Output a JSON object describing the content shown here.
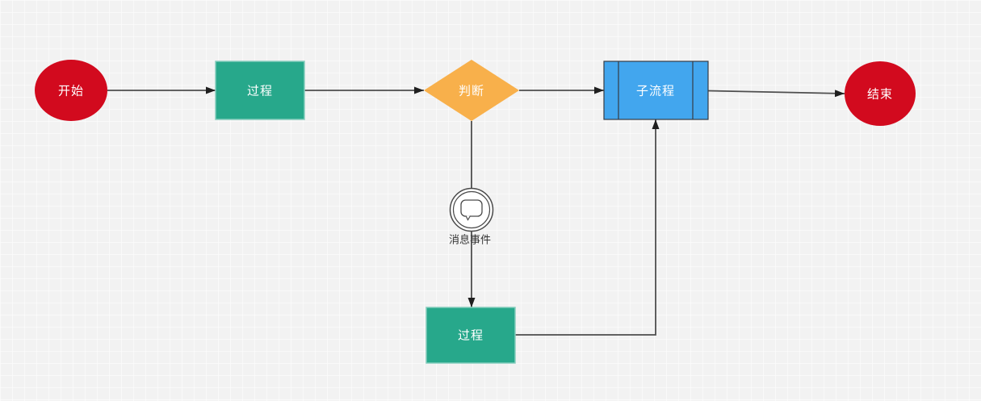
{
  "canvas": {
    "background": "#f2f2f2"
  },
  "colors": {
    "red": "#d20a1e",
    "teal": "#27a88b",
    "teal_border": "#84cdbd",
    "orange": "#f8b04b",
    "blue": "#42a6ee",
    "dark_border": "#363c45",
    "line": "#4e4e4e",
    "arrow": "#1f1f1f",
    "event_stroke": "#4a4a4a",
    "event_fill": "#ffffff",
    "label_dark": "#333333",
    "label_light": "#ffffff"
  },
  "nodes": {
    "start": {
      "label": "开始",
      "shape": "ellipse"
    },
    "process1": {
      "label": "过程",
      "shape": "rectangle"
    },
    "decision": {
      "label": "判断",
      "shape": "diamond"
    },
    "subprocess": {
      "label": "子流程",
      "shape": "subprocess"
    },
    "message_event": {
      "label": "消息事件",
      "shape": "message-event"
    },
    "process2": {
      "label": "过程",
      "shape": "rectangle"
    },
    "end": {
      "label": "结束",
      "shape": "ellipse"
    }
  },
  "edges": [
    {
      "from": "start",
      "to": "process1"
    },
    {
      "from": "process1",
      "to": "decision"
    },
    {
      "from": "decision",
      "to": "subprocess"
    },
    {
      "from": "subprocess",
      "to": "end"
    },
    {
      "from": "decision",
      "to": "process2",
      "via": "message_event"
    },
    {
      "from": "process2",
      "to": "subprocess"
    }
  ]
}
